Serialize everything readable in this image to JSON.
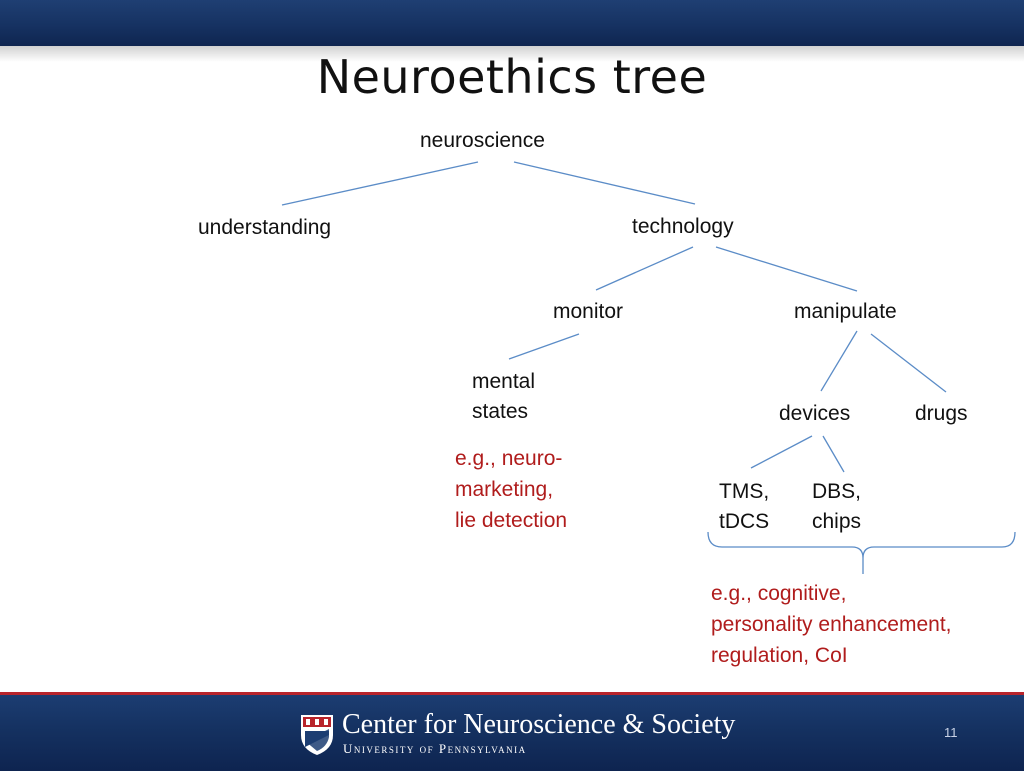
{
  "title": "Neuroethics tree",
  "tree": {
    "root": "neuroscience",
    "understanding": "understanding",
    "technology": "technology",
    "monitor": "monitor",
    "manipulate": "manipulate",
    "mental_states": [
      "mental",
      "states"
    ],
    "devices": "devices",
    "drugs": "drugs",
    "tms": [
      "TMS,",
      "tDCS"
    ],
    "dbs": [
      "DBS,",
      "chips"
    ]
  },
  "notes": {
    "monitor_example": [
      "e.g., neuro-",
      "marketing,",
      "lie detection"
    ],
    "manipulate_example": [
      "e.g., cognitive,",
      "personality enhancement,",
      "regulation, CoI"
    ]
  },
  "colors": {
    "line": "#5b8cc7",
    "note": "#b01c1c",
    "banner": "#163262",
    "footer_accent": "#b8242b"
  },
  "footer": {
    "center": "Center for Neuroscience & Society",
    "university": "University of Pennsylvania",
    "logo_icon": "penn-shield-icon",
    "slide_number": "11"
  }
}
